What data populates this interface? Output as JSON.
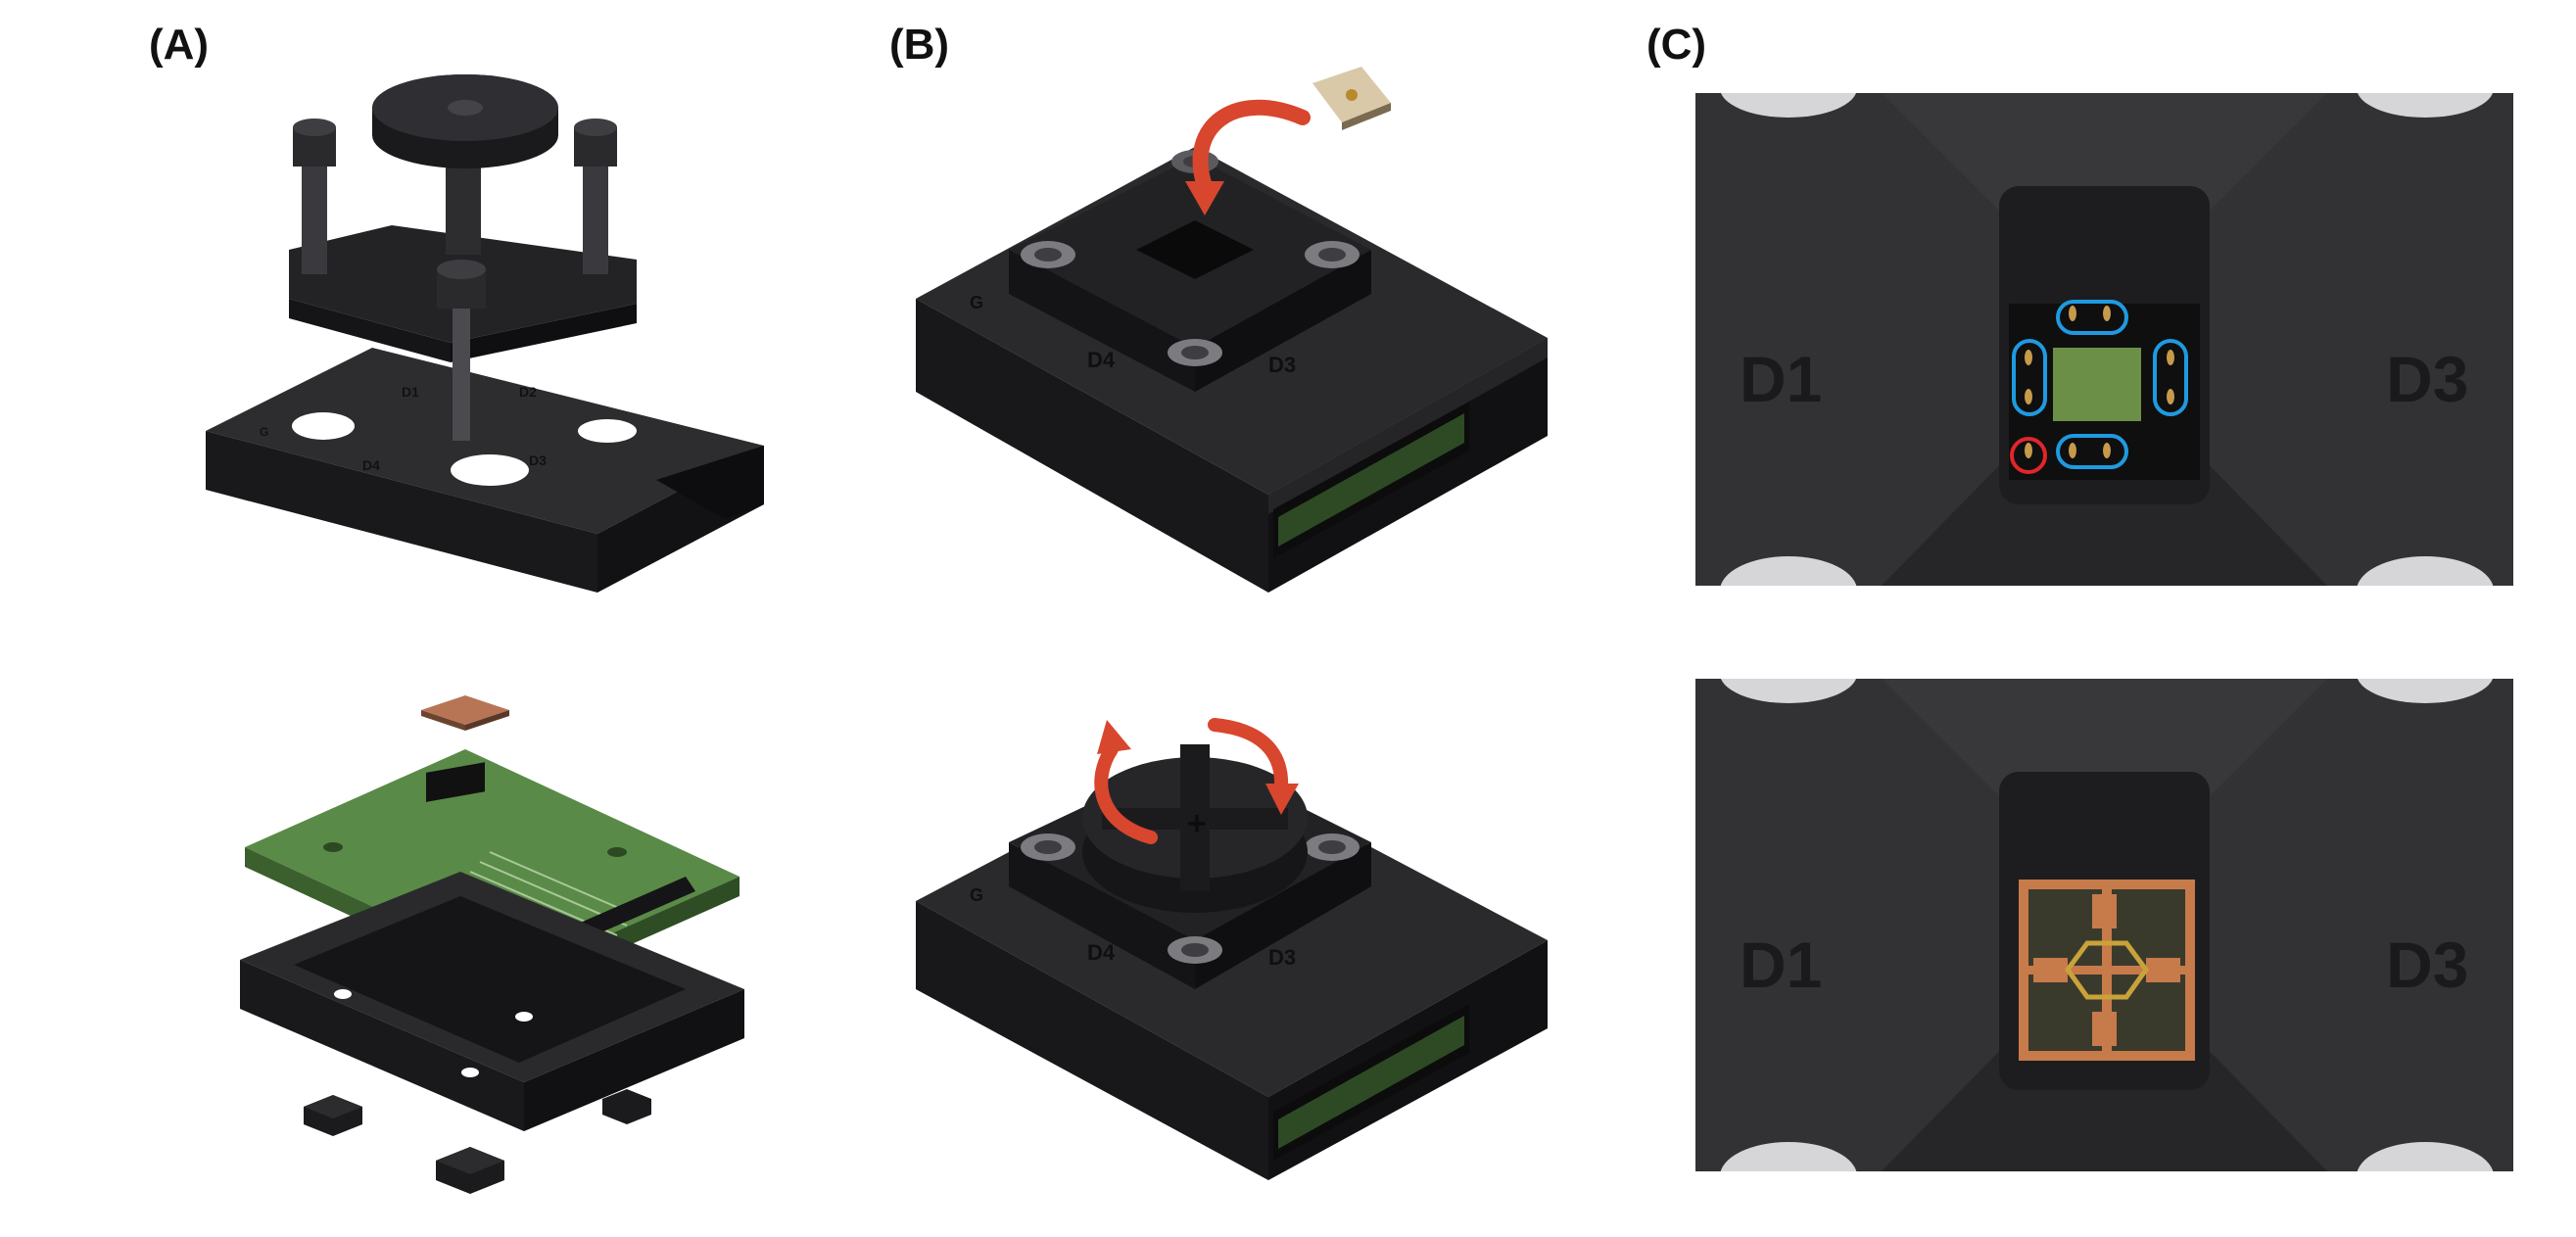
{
  "panels": {
    "a": {
      "label": "(A)"
    },
    "b": {
      "label": "(B)"
    },
    "c": {
      "label": "(C)"
    }
  },
  "engravings": {
    "d1": "D1",
    "d2": "D2",
    "d3": "D3",
    "d4": "D4",
    "g": "G"
  },
  "colors": {
    "housing": "#1e1e20",
    "housing_edge": "#2e2e31",
    "pcb_green": "#4f7f3e",
    "arrow_red": "#d8462e",
    "highlight_blue": "#1f9ae0",
    "highlight_red": "#e0262a",
    "chip_copper": "#c77a4a"
  },
  "icons": {
    "rotate_arrow": "curved-arrow-icon",
    "screw": "hex-socket-screw-icon"
  }
}
